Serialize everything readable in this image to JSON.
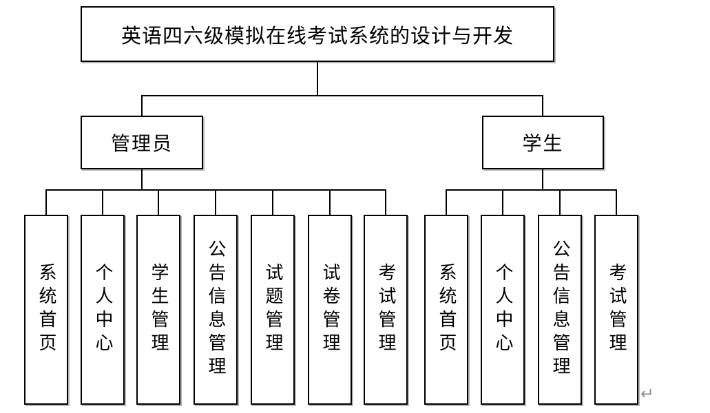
{
  "diagram": {
    "type": "hierarchy-tree",
    "root": {
      "label": "英语四六级模拟在线考试系统的设计与开发"
    },
    "branches": [
      {
        "label": "管理员",
        "children": [
          {
            "label": "系统首页"
          },
          {
            "label": "个人中心"
          },
          {
            "label": "学生管理"
          },
          {
            "label": "公告信息管理"
          },
          {
            "label": "试题管理"
          },
          {
            "label": "试卷管理"
          },
          {
            "label": "考试管理"
          }
        ]
      },
      {
        "label": "学生",
        "children": [
          {
            "label": "系统首页"
          },
          {
            "label": "个人中心"
          },
          {
            "label": "公告信息管理"
          },
          {
            "label": "考试管理"
          }
        ]
      }
    ],
    "paragraph_mark": "↵",
    "colors": {
      "line": "#000000",
      "box_border": "#000000",
      "box_fill": "#ffffff",
      "background": "#ffffff",
      "paragraph_mark": "#909090"
    }
  }
}
